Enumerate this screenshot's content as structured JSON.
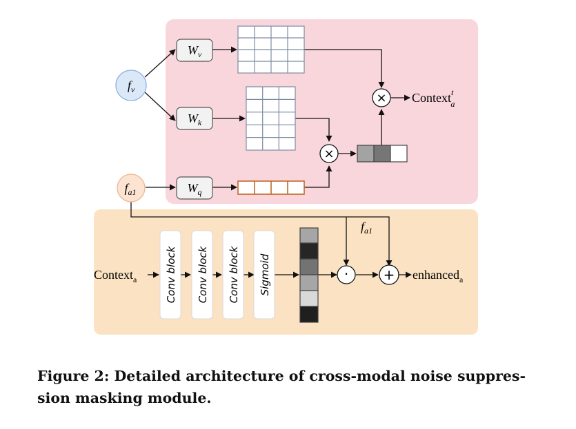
{
  "diagram": {
    "inputs": {
      "fv": {
        "base": "f",
        "sub": "v"
      },
      "fa1": {
        "base": "f",
        "sub": "a1"
      },
      "fa1_branch": {
        "base": "f",
        "sub": "a1"
      },
      "context_a": {
        "base": "Context",
        "sub": "a"
      }
    },
    "weights": [
      {
        "base": "W",
        "sub": "v"
      },
      {
        "base": "W",
        "sub": "k"
      },
      {
        "base": "W",
        "sub": "q"
      }
    ],
    "operators": {
      "multiply": "×",
      "dot": "·",
      "add": "+"
    },
    "outputs": {
      "context_out": {
        "base": "Context",
        "sub": "a",
        "sup": "t"
      },
      "enhanced": {
        "base": "enhanced",
        "sub": "a"
      }
    },
    "blocks": [
      "Conv block",
      "Conv block",
      "Conv block",
      "Sigmoid"
    ],
    "attention_vector_colors": [
      "#a3a3a3",
      "#767676",
      "#ffffff"
    ],
    "mask_colors": [
      "#a6a6a6",
      "#262626",
      "#737373",
      "#a6a6a6",
      "#d9d9d9",
      "#1f1f1f"
    ],
    "colors": {
      "top_panel": "#f9d5dc",
      "bottom_panel": "#fbe2c2",
      "fv_node": "#dbe8f8",
      "fv_border": "#8db1e2",
      "fa1_node": "#fde3d1",
      "fa1_border": "#eab894",
      "matrix_border": "#7d8ca3",
      "query_border": "#c0692a"
    }
  },
  "caption": {
    "line1": "Figure 2: Detailed architecture of cross-modal noise suppres-",
    "line2": "sion masking module."
  }
}
